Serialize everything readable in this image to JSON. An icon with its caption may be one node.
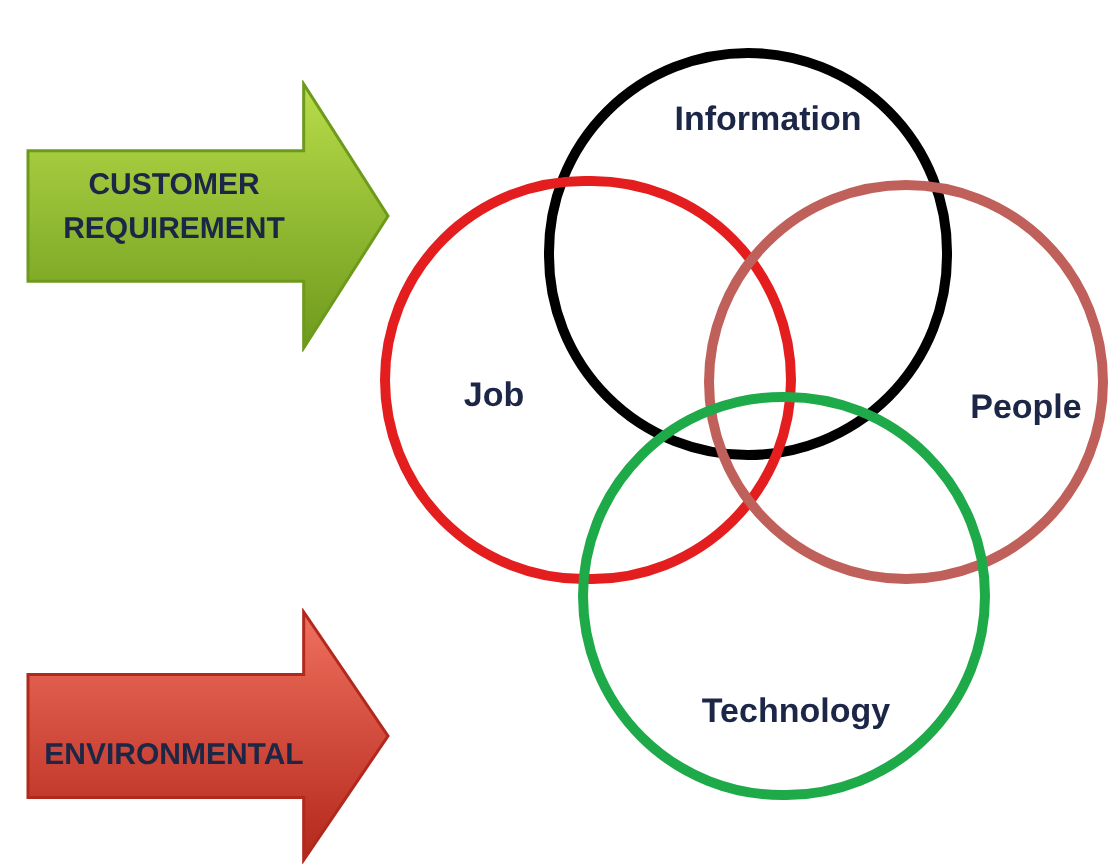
{
  "diagram": {
    "nodes": [
      {
        "text": [
          "CUSTOMER REQUIREMENT"
        ]
      },
      {
        "text": [
          "ENVIRONMENTAL"
        ]
      },
      {
        "text": [
          "Information"
        ]
      },
      {
        "text": [
          "Job"
        ]
      },
      {
        "text": [
          "People"
        ]
      },
      {
        "text": [
          "Technology"
        ]
      }
    ]
  }
}
